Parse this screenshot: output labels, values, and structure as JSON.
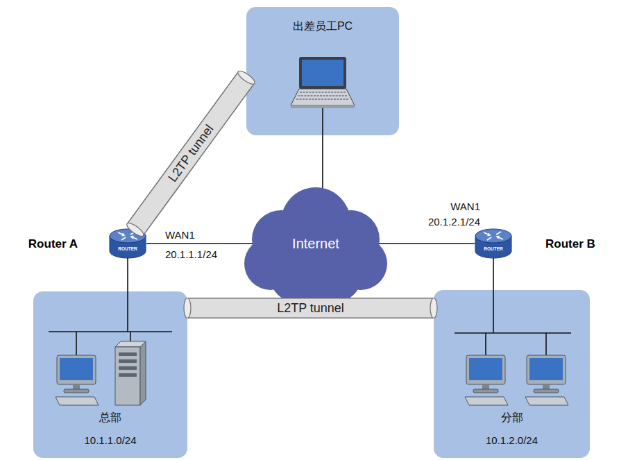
{
  "diagram": {
    "nodes": [
      {
        "text": [
          "出差员工PC"
        ]
      },
      {
        "text": [
          "Router A"
        ]
      },
      {
        "text": [
          "Internet"
        ]
      },
      {
        "text": [
          "Router B"
        ]
      },
      {
        "text": [
          "总部",
          "10.1.1.0/24"
        ]
      },
      {
        "text": [
          "分部",
          "10.1.2.0/24"
        ]
      }
    ],
    "edges": [
      {
        "from": 0,
        "to": 1,
        "arrow": "none",
        "label": "L2TP tunnel"
      },
      {
        "from": 1,
        "to": 2,
        "arrow": "none"
      },
      {
        "from": 2,
        "to": 0,
        "arrow": "none"
      },
      {
        "from": 2,
        "to": 3,
        "arrow": "none"
      },
      {
        "from": 1,
        "to": 4,
        "arrow": "none"
      },
      {
        "from": 3,
        "to": 5,
        "arrow": "none"
      },
      {
        "from": 4,
        "to": 5,
        "arrow": "none",
        "label": "L2TP tunnel"
      }
    ],
    "labels": [
      "WAN1",
      "20.1.1.1/24",
      "WAN1",
      "20.1.2.1/24",
      "ROUTER",
      "ROUTER"
    ]
  }
}
